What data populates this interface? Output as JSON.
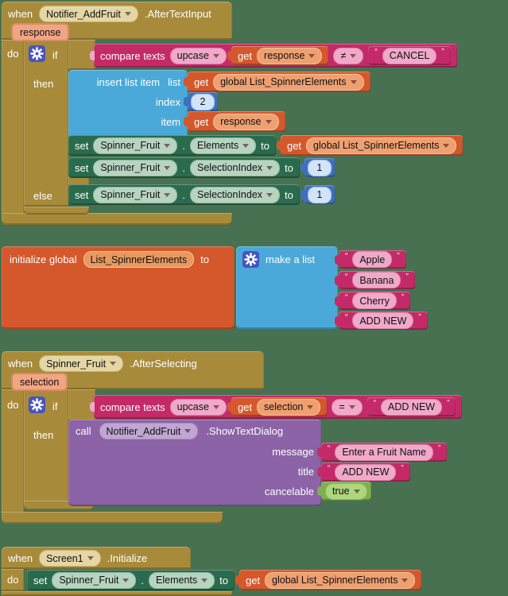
{
  "colors": {
    "background": "#477150",
    "event_control_gold": "#a78b3a",
    "text_magenta": "#c42a68",
    "variables_orange": "#d4582b",
    "lists_blue": "#4aa9d8",
    "math_blue": "#3e70c1",
    "component_set_green": "#2a6b4d",
    "component_call_purple": "#8b63a6",
    "logic_green": "#7eb04d",
    "param_salmon": "#f2a585"
  },
  "common": {
    "when": "when",
    "do": "do",
    "if": "if",
    "then": "then",
    "else": "else",
    "set": "set",
    "get": "get",
    "to": "to",
    "call": "call",
    "dot": ".",
    "quote": "“",
    "quote2": "”"
  },
  "stack1": {
    "header": {
      "component": "Notifier_AddFruit",
      "event": ".AfterTextInput"
    },
    "param": "response",
    "compare": {
      "label": "compare texts",
      "fn": "upcase",
      "var": "response",
      "op": "≠",
      "str": "CANCEL"
    },
    "insert": {
      "label": "insert list item",
      "list_label": "list",
      "index_label": "index",
      "item_label": "item",
      "list_var": "global List_SpinnerElements",
      "index_value": "2",
      "item_var": "response"
    },
    "set_elements": {
      "component": "Spinner_Fruit",
      "property": "Elements",
      "value_var": "global List_SpinnerElements"
    },
    "set_selection": {
      "component": "Spinner_Fruit",
      "property": "SelectionIndex",
      "value": "1"
    },
    "set_selection_else": {
      "component": "Spinner_Fruit",
      "property": "SelectionIndex",
      "value": "1"
    }
  },
  "stack2": {
    "label": "initialize global",
    "name": "List_SpinnerElements",
    "to": "to",
    "make_list": "make a list",
    "items": [
      "Apple",
      "Banana",
      "Cherry",
      "ADD NEW"
    ]
  },
  "stack3": {
    "header": {
      "component": "Spinner_Fruit",
      "event": ".AfterSelecting"
    },
    "param": "selection",
    "compare": {
      "label": "compare texts",
      "fn": "upcase",
      "var": "selection",
      "op": "=",
      "str": "ADD NEW"
    },
    "call": {
      "component": "Notifier_AddFruit",
      "method": ".ShowTextDialog",
      "args": [
        {
          "label": "message",
          "value": "Enter a Fruit Name",
          "type": "string"
        },
        {
          "label": "title",
          "value": "ADD NEW",
          "type": "string"
        },
        {
          "label": "cancelable",
          "value": "true",
          "type": "logic"
        }
      ]
    }
  },
  "stack4": {
    "header": {
      "component": "Screen1",
      "event": ".Initialize"
    },
    "set": {
      "component": "Spinner_Fruit",
      "property": "Elements",
      "value_var": "global List_SpinnerElements"
    }
  }
}
